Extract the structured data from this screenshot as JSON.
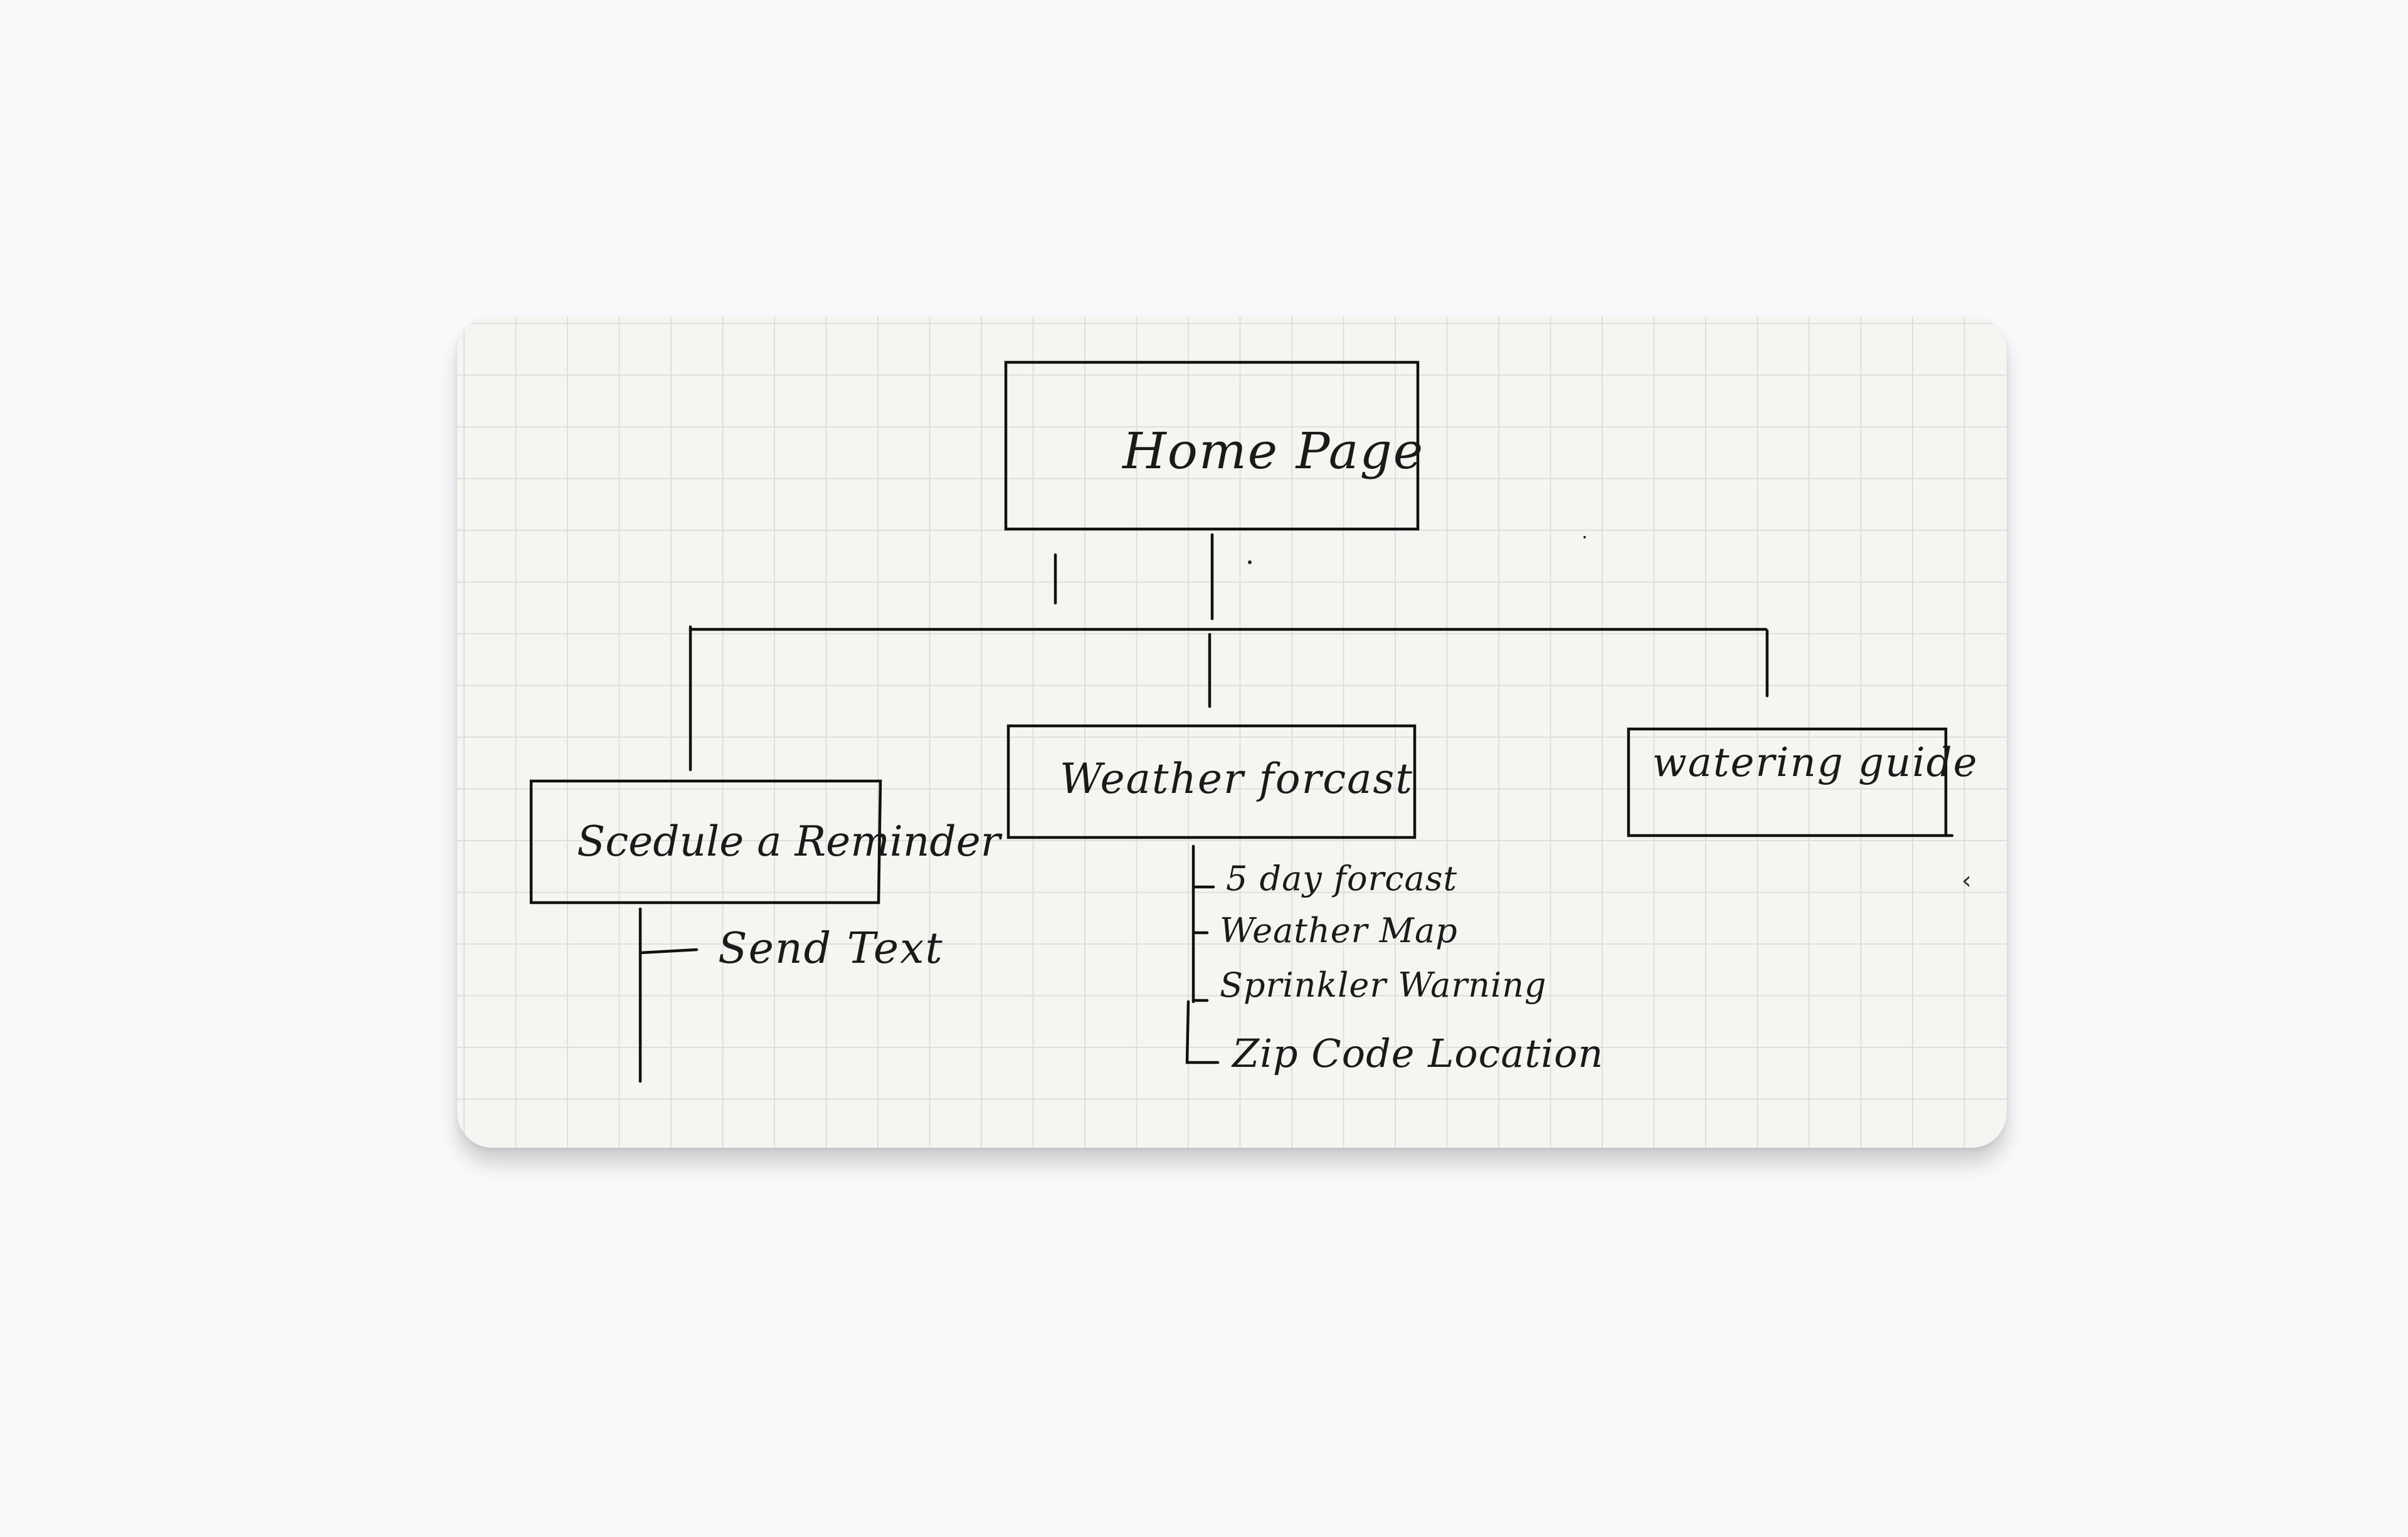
{
  "diagram": {
    "root": {
      "label": "Home Page"
    },
    "children": [
      {
        "label": "Scedule a Reminder",
        "items": [
          "Send Text"
        ]
      },
      {
        "label": "Weather forcast",
        "items": [
          "5 day forcast",
          "Weather Map",
          "Sprinkler Warning",
          "Zip Code Location"
        ]
      },
      {
        "label": "watering guide",
        "items": []
      }
    ]
  },
  "icons": {
    "collapse": "chevron-left-icon"
  },
  "colors": {
    "ink": "#1a1a1a",
    "paper": "#f6f5f1",
    "grid": "#dedede",
    "background": "#f7f9fa"
  }
}
